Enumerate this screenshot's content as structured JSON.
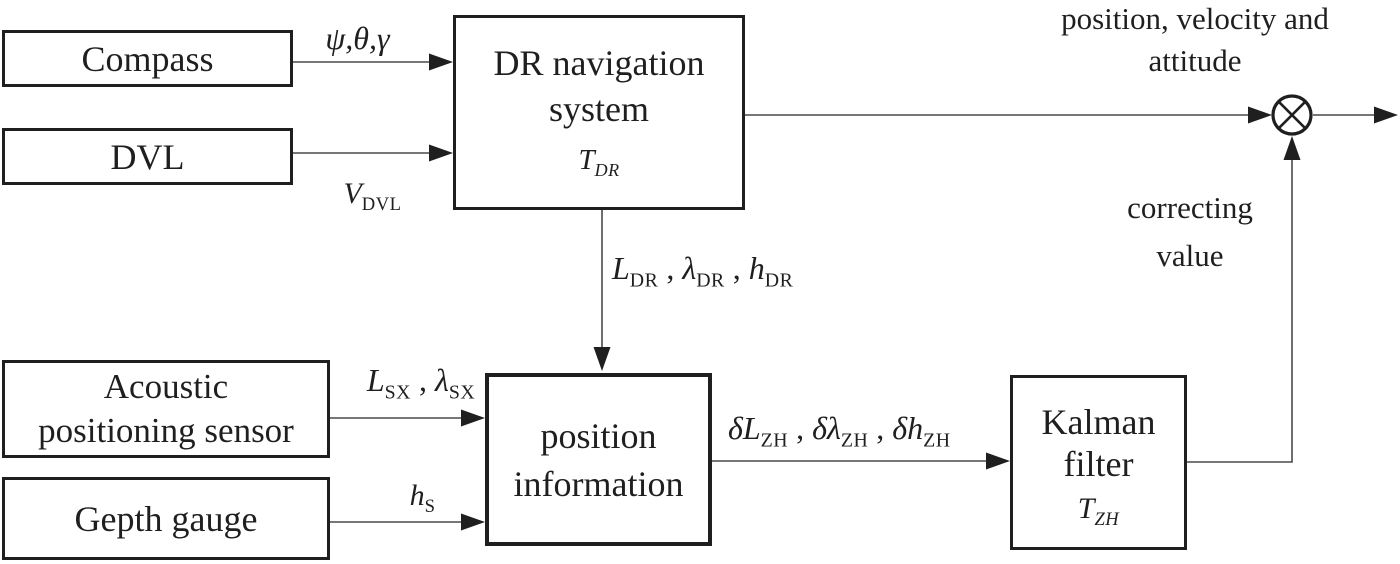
{
  "boxes": {
    "compass": {
      "label": "Compass"
    },
    "dvl": {
      "label": "DVL"
    },
    "dr_nav": {
      "line1": "DR navigation",
      "line2": "system",
      "tau": [
        {
          "t": "T",
          "i": true
        },
        {
          "t": "DR",
          "sub": true,
          "i": true
        }
      ]
    },
    "acoustic": {
      "line1": "Acoustic",
      "line2": "positioning sensor"
    },
    "depth_gauge": {
      "label": "Gepth gauge"
    },
    "position_info": {
      "line1": "position",
      "line2": "information"
    },
    "kalman": {
      "line1": "Kalman",
      "line2": "filter",
      "tau": [
        {
          "t": "T",
          "i": true
        },
        {
          "t": "ZH",
          "sub": true,
          "i": true
        }
      ]
    }
  },
  "signals": {
    "compass_out": [
      {
        "t": "ψ,θ,γ",
        "i": true
      }
    ],
    "dvl_out": [
      {
        "t": "V",
        "i": true
      },
      {
        "t": "DVL",
        "sub": true
      }
    ],
    "dr_out": [
      {
        "t": "L",
        "i": true
      },
      {
        "t": "DR",
        "sub": true
      },
      {
        "t": " , "
      },
      {
        "t": "λ",
        "i": true
      },
      {
        "t": "DR",
        "sub": true
      },
      {
        "t": " , "
      },
      {
        "t": "h",
        "i": true
      },
      {
        "t": "DR",
        "sub": true
      }
    ],
    "acoustic_out": [
      {
        "t": "L",
        "i": true
      },
      {
        "t": "SX",
        "sub": true
      },
      {
        "t": " , "
      },
      {
        "t": "λ",
        "i": true
      },
      {
        "t": "SX",
        "sub": true
      }
    ],
    "depth_out": [
      {
        "t": "h",
        "i": true
      },
      {
        "t": "S",
        "sub": true
      }
    ],
    "position_out": [
      {
        "t": "δL",
        "i": true
      },
      {
        "t": "ZH",
        "sub": true
      },
      {
        "t": " , "
      },
      {
        "t": "δλ",
        "i": true
      },
      {
        "t": "ZH",
        "sub": true
      },
      {
        "t": " , "
      },
      {
        "t": "δh",
        "i": true
      },
      {
        "t": "ZH",
        "sub": true
      }
    ]
  },
  "annotations": {
    "output_line1": "position, velocity and",
    "output_line2": "attitude",
    "correcting_line1": "correcting",
    "correcting_line2": "value"
  },
  "colors": {
    "background": "#ffffff",
    "border": "#1f1f1f",
    "wire": "#4a4a4a",
    "text": "#1f1f1f"
  }
}
